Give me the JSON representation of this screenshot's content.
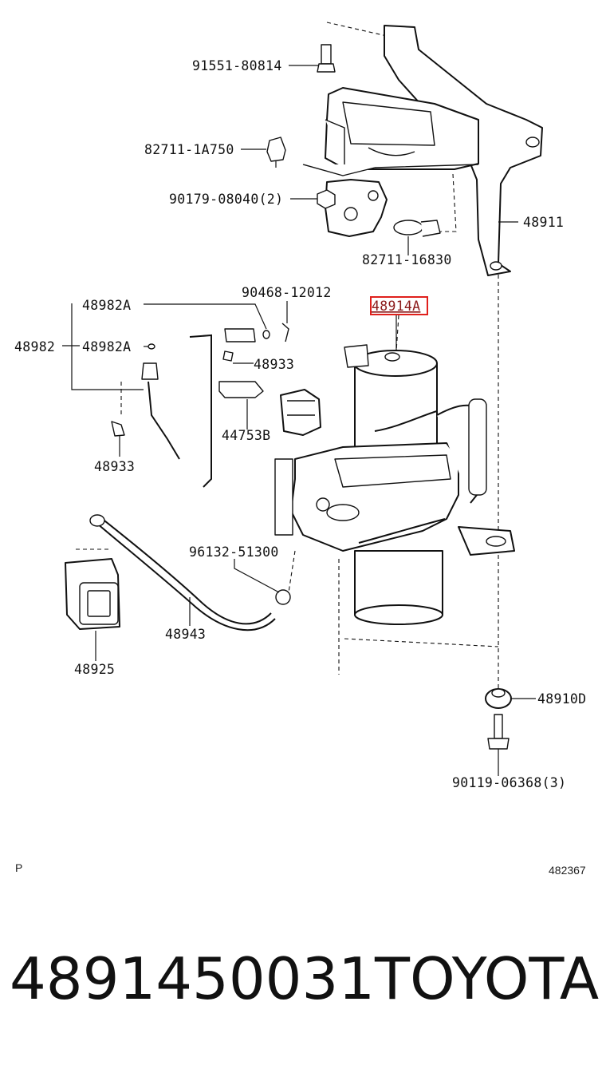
{
  "labels": {
    "p91551": "91551-80814",
    "p82711a": "82711-1A750",
    "p90179": "90179-08040(2)",
    "p48911": "48911",
    "p82711b": "82711-16830",
    "p90468": "90468-12012",
    "p48914": "48914A",
    "p48982A_top": "48982A",
    "p48982": "48982",
    "p48982A_mid": "48982A",
    "p48933_right": "48933",
    "p44753": "44753B",
    "p48933_left": "48933",
    "p96132": "96132-51300",
    "p48943": "48943",
    "p48925": "48925",
    "p48910": "48910D",
    "p90119": "90119-06368(3)"
  },
  "corner_left": "P",
  "corner_right": "482367",
  "footer": {
    "part_number": "4891450031",
    "brand": "TOYOTA"
  },
  "colors": {
    "highlight": "#e0201c",
    "ink": "#111111"
  }
}
